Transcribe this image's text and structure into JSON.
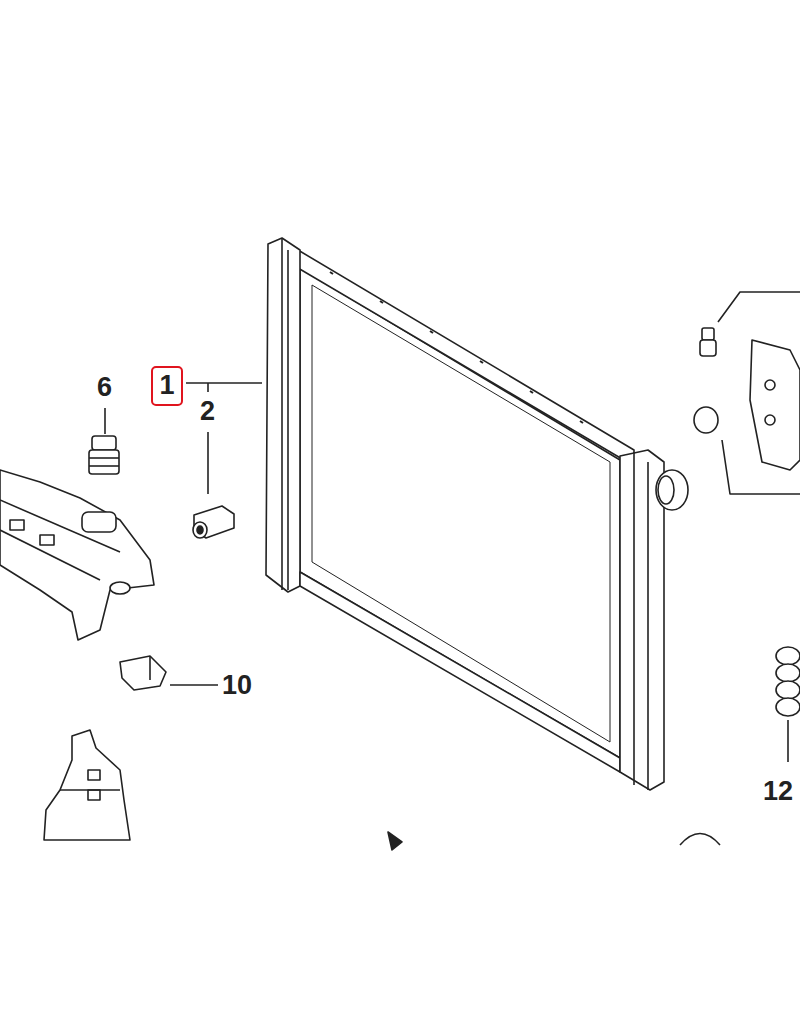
{
  "diagram": {
    "nodes": [
      {
        "text": [
          "1"
        ]
      }
    ],
    "labels": [
      "6",
      "2",
      "10",
      "12"
    ]
  }
}
